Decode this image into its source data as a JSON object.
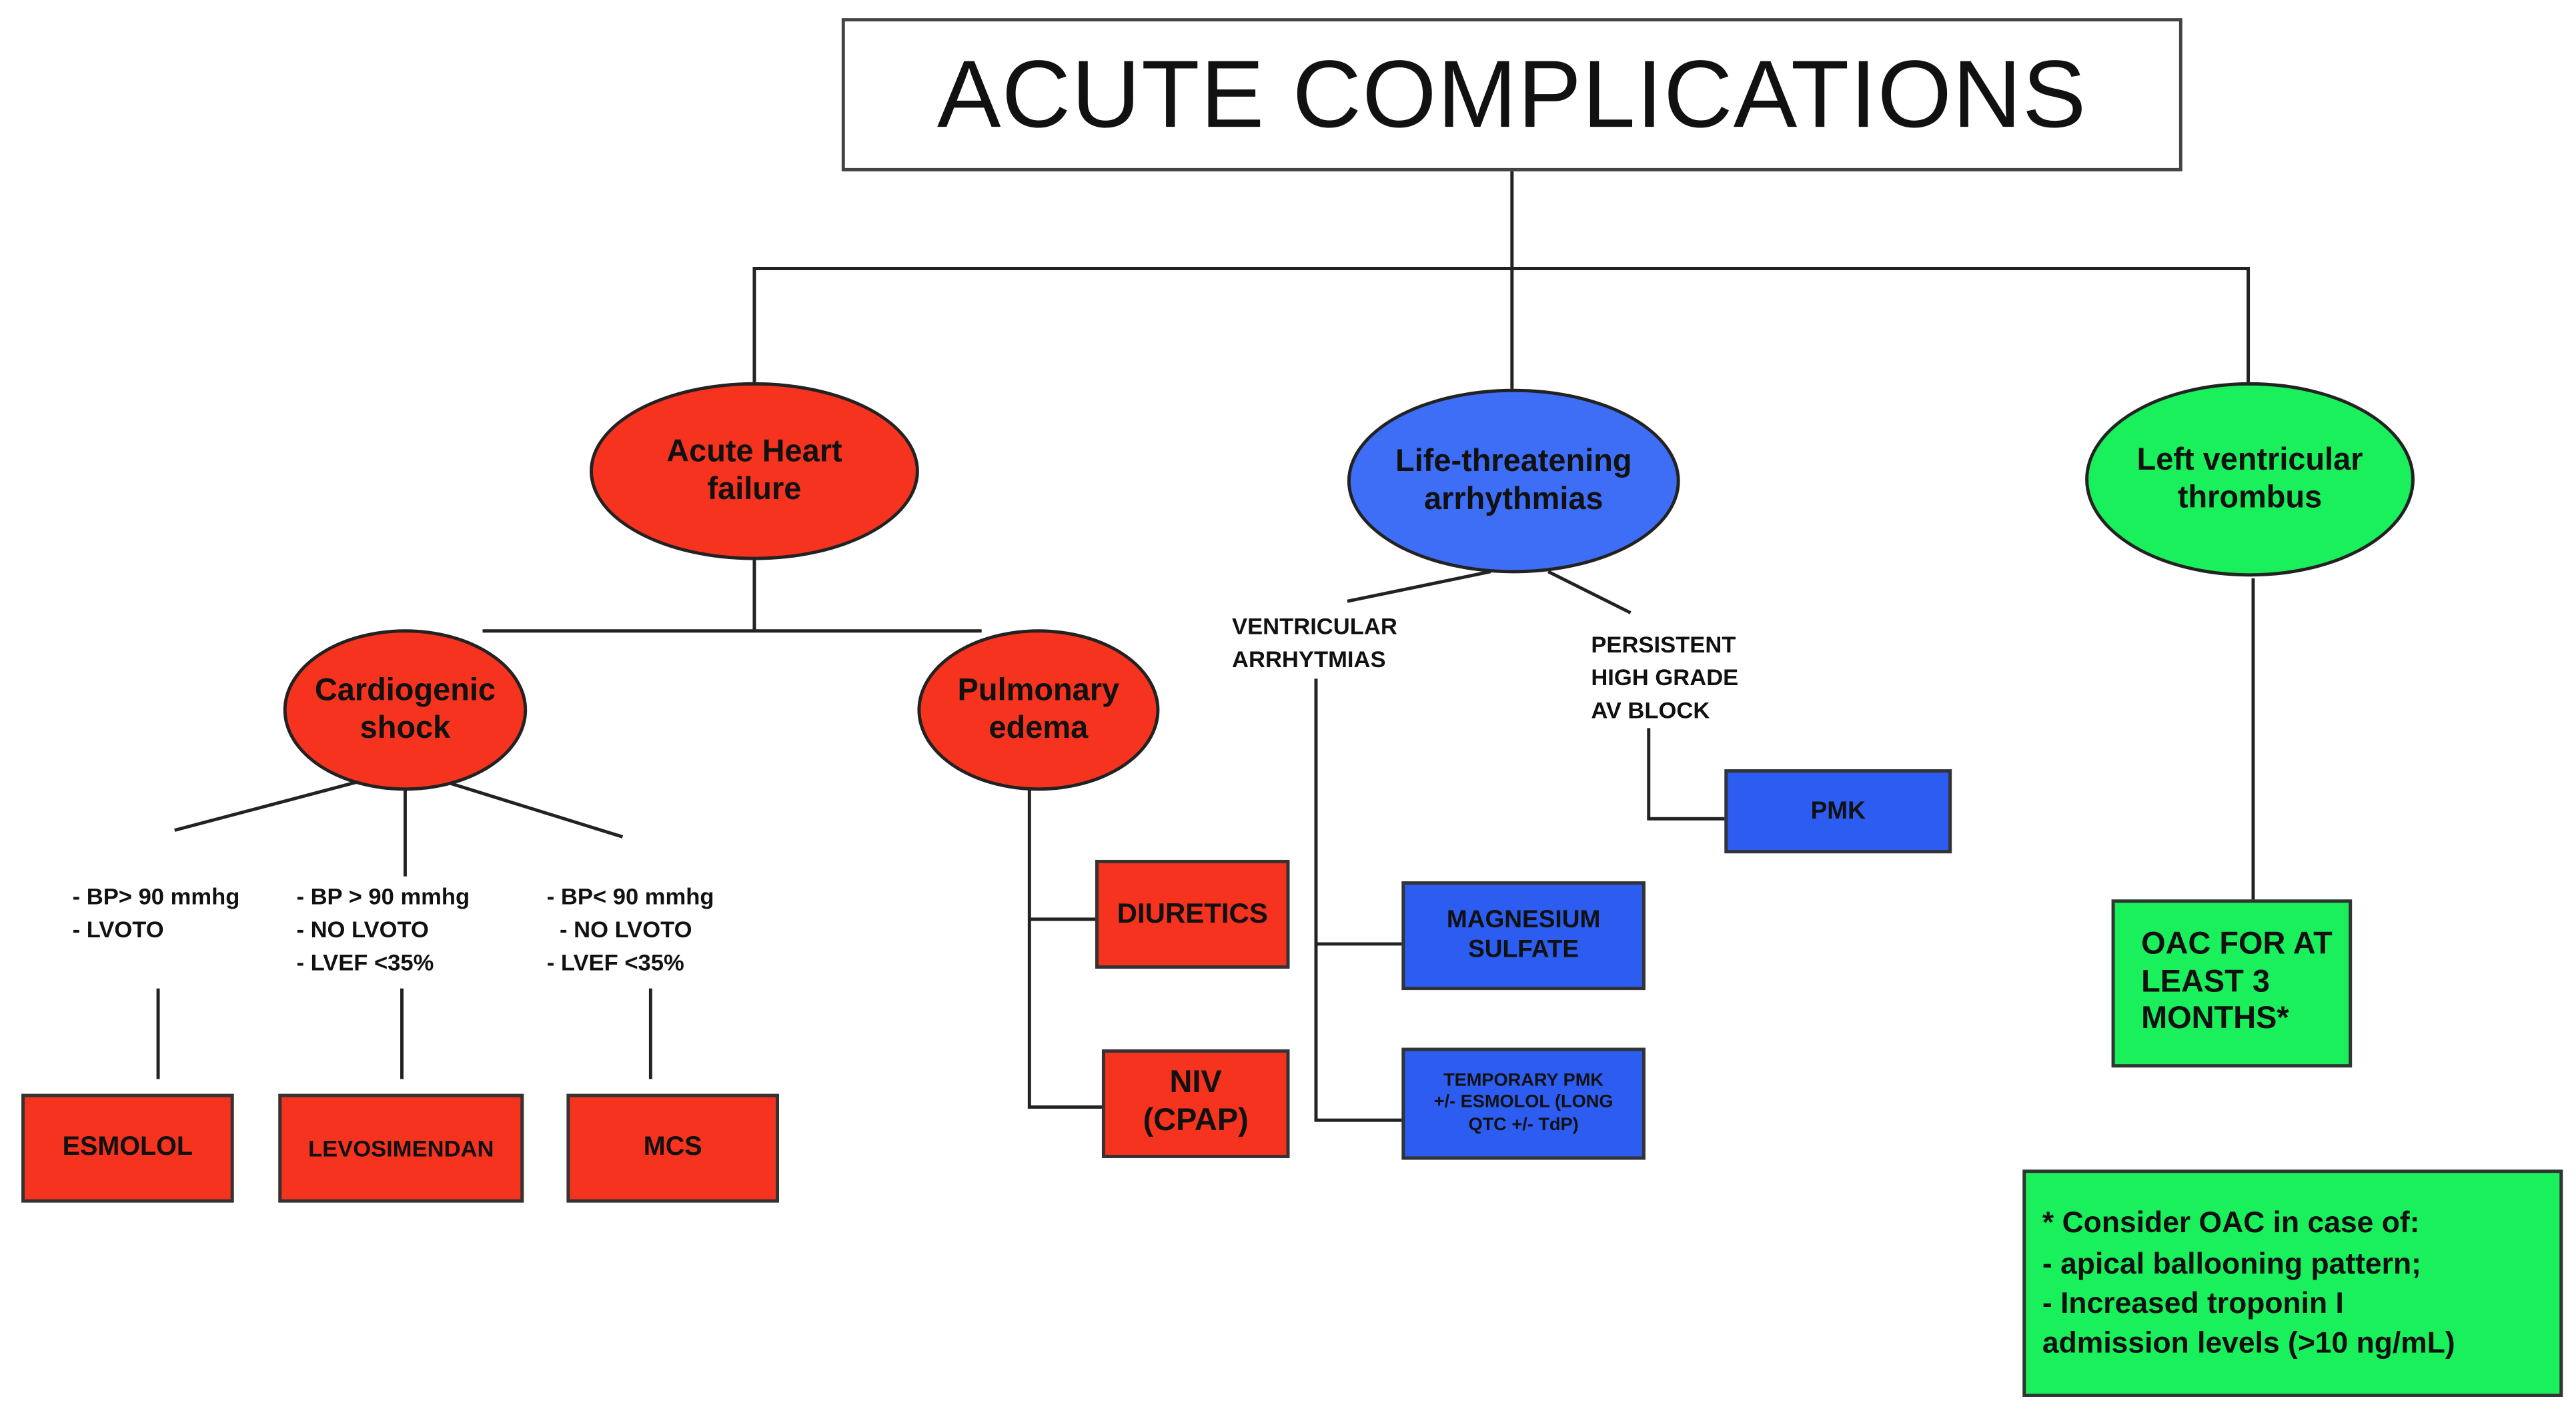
{
  "title": "ACUTE COMPLICATIONS",
  "colors": {
    "red": "#f5331f",
    "blue": "#3e6ef6",
    "green": "#1aef5c",
    "line": "#222222"
  },
  "nodes": {
    "acute_hf": "Acute Heart\nfailure",
    "arrhythmias": "Life-threatening\narrhythmias",
    "lv_thrombus": "Left ventricular\nthrombus",
    "cardiogenic_shock": "Cardiogenic\nshock",
    "pulmonary_edema": "Pulmonary\nedema"
  },
  "conditions": {
    "bp_gt90_lvoto": "- BP> 90 mmhg\n- LVOTO",
    "bp_gt90_no_lvoto": "- BP > 90 mmhg\n- NO LVOTO\n- LVEF <35%",
    "bp_lt90_no_lvoto": "- BP< 90 mmhg\n  - NO LVOTO\n- LVEF <35%",
    "ventricular_arrhythmias": "VENTRICULAR\nARRHYTMIAS",
    "persistent_av_block": "PERSISTENT\nHIGH GRADE\nAV BLOCK"
  },
  "treatments": {
    "esmolol": "ESMOLOL",
    "levosimendan": "LEVOSIMENDAN",
    "mcs": "MCS",
    "diuretics": "DIURETICS",
    "niv": "NIV\n(CPAP)",
    "magnesium": "MAGNESIUM\nSULFATE",
    "temporary_pmk": "TEMPORARY PMK\n+/- ESMOLOL (LONG\nQTC +/- TdP)",
    "pmk": "PMK",
    "oac": "OAC FOR AT\nLEAST 3\nMONTHS*"
  },
  "footnote": "* Consider OAC in case of:\n- apical ballooning pattern;\n- Increased troponin I\nadmission levels (>10 ng/mL)"
}
